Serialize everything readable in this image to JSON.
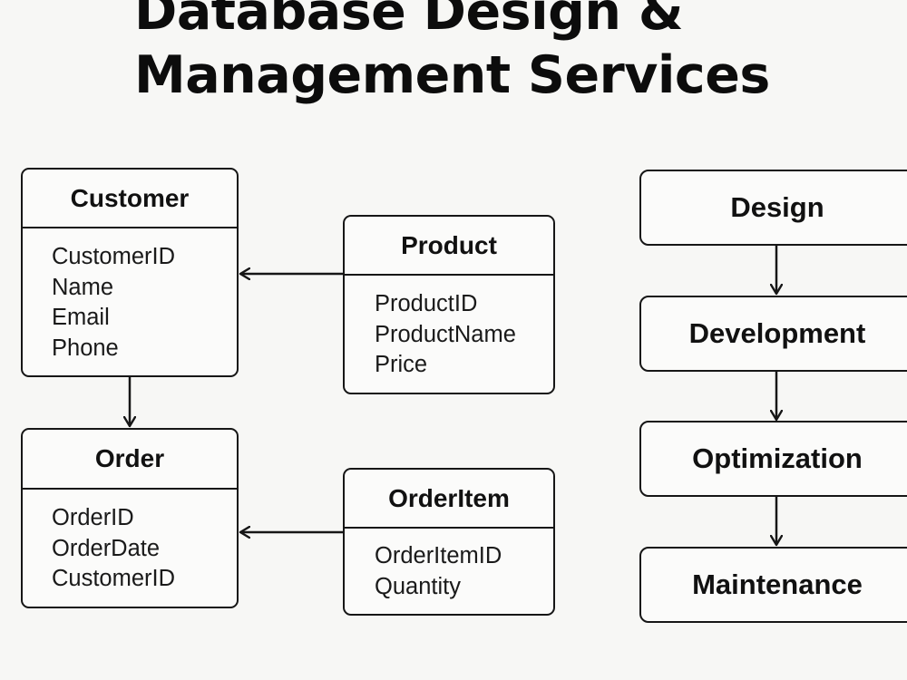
{
  "title": {
    "line1": "Database Design &",
    "line2": "Management Services"
  },
  "entities": {
    "customer": {
      "name": "Customer",
      "fields": [
        "CustomerID",
        "Name",
        "Email",
        "Phone"
      ]
    },
    "product": {
      "name": "Product",
      "fields": [
        "ProductID",
        "ProductName",
        "Price"
      ]
    },
    "order": {
      "name": "Order",
      "fields": [
        "OrderID",
        "OrderDate",
        "CustomerID"
      ]
    },
    "order_item": {
      "name": "OrderItem",
      "fields": [
        "OrderItemID",
        "Quantity"
      ]
    }
  },
  "relationships": [
    {
      "from": "Product",
      "to": "Customer"
    },
    {
      "from": "Customer",
      "to": "Order"
    },
    {
      "from": "OrderItem",
      "to": "Order"
    }
  ],
  "process": {
    "steps": [
      "Design",
      "Development",
      "Optimization",
      "Maintenance"
    ]
  }
}
